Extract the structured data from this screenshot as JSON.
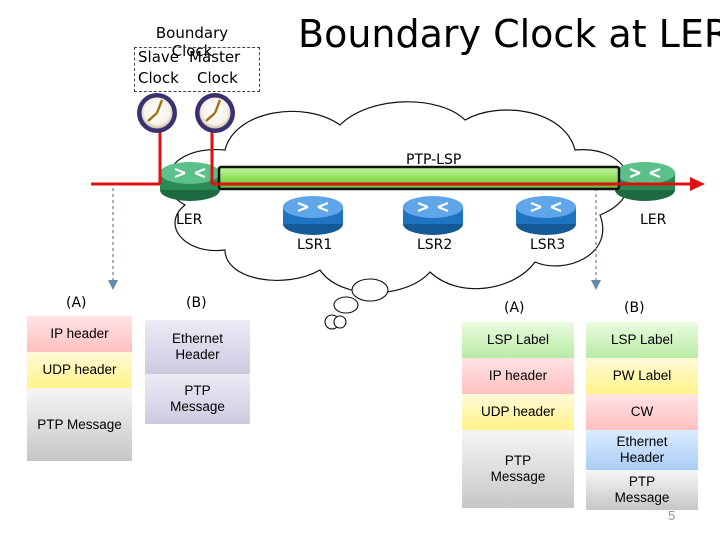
{
  "title": "Boundary Clock at LER",
  "boundary_clock": {
    "heading": "Boundary Clock",
    "slave_label": "Slave",
    "master_label": "Master",
    "clock_word": "Clock"
  },
  "network": {
    "tunnel_label": "PTP-LSP",
    "ler_left": "LER",
    "ler_right": "LER",
    "lsr1": "LSR1",
    "lsr2": "LSR2",
    "lsr3": "LSR3"
  },
  "left_stacks": {
    "a_label": "(A)",
    "b_label": "(B)",
    "a": [
      "IP header",
      "UDP header",
      "PTP Message"
    ],
    "b": [
      "Ethernet Header",
      "PTP Message"
    ]
  },
  "right_stacks": {
    "a_label": "(A)",
    "b_label": "(B)",
    "a": [
      "LSP Label",
      "IP header",
      "UDP header",
      "PTP Message"
    ],
    "b": [
      "LSP Label",
      "PW Label",
      "CW",
      "Ethernet Header",
      "PTP Message"
    ]
  },
  "page_number": "5",
  "colors": {
    "arrow_red": "#e01010",
    "tunnel_green": "#8fe05a",
    "router_green": "#2a8a55",
    "router_blue": "#1f74c2"
  }
}
